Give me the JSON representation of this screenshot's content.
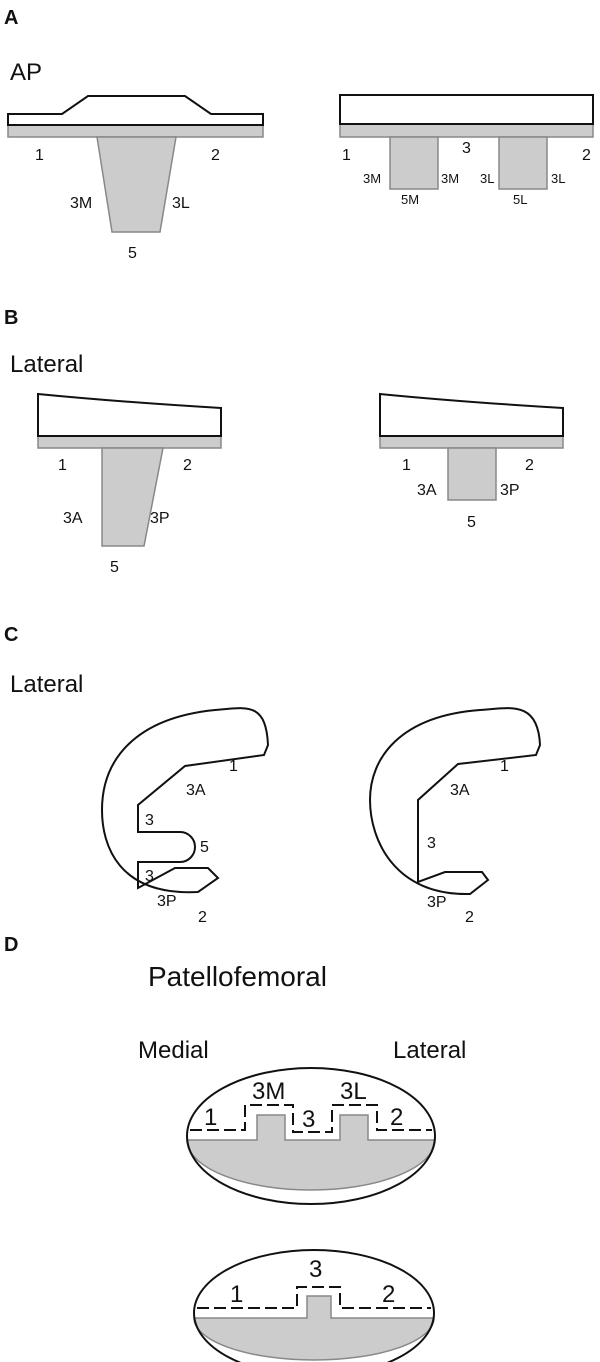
{
  "colors": {
    "outline": "#111111",
    "implant_gray": "#cccccc",
    "gray_edge": "#888888",
    "background": "#ffffff"
  },
  "panels": {
    "A": {
      "letter": "A",
      "view": "AP",
      "left_labels": {
        "z1": "1",
        "z2": "2",
        "z3m": "3M",
        "z3l": "3L",
        "z5": "5"
      },
      "right_labels": {
        "z1": "1",
        "z3": "3",
        "z2": "2",
        "z3m_a": "3M",
        "z3m_b": "3M",
        "z5m": "5M",
        "z3l_a": "3L",
        "z3l_b": "3L",
        "z5l": "5L"
      }
    },
    "B": {
      "letter": "B",
      "view": "Lateral",
      "left_labels": {
        "z1": "1",
        "z2": "2",
        "z3a": "3A",
        "z3p": "3P",
        "z5": "5"
      },
      "right_labels": {
        "z1": "1",
        "z2": "2",
        "z3a": "3A",
        "z3p": "3P",
        "z5": "5"
      }
    },
    "C": {
      "letter": "C",
      "view": "Lateral",
      "left_labels": {
        "z1": "1",
        "z3a": "3A",
        "z3_top": "3",
        "z5": "5",
        "z3_bottom": "3",
        "z3p": "3P",
        "z2": "2"
      },
      "right_labels": {
        "z1": "1",
        "z3a": "3A",
        "z3": "3",
        "z3p": "3P",
        "z2": "2"
      }
    },
    "D": {
      "letter": "D",
      "view": "Patellofemoral",
      "top": {
        "medial": "Medial",
        "lateral": "Lateral",
        "z3m": "3M",
        "z3l": "3L",
        "z1": "1",
        "z3": "3",
        "z2": "2"
      },
      "bottom": {
        "z3": "3",
        "z1": "1",
        "z2": "2"
      }
    }
  }
}
